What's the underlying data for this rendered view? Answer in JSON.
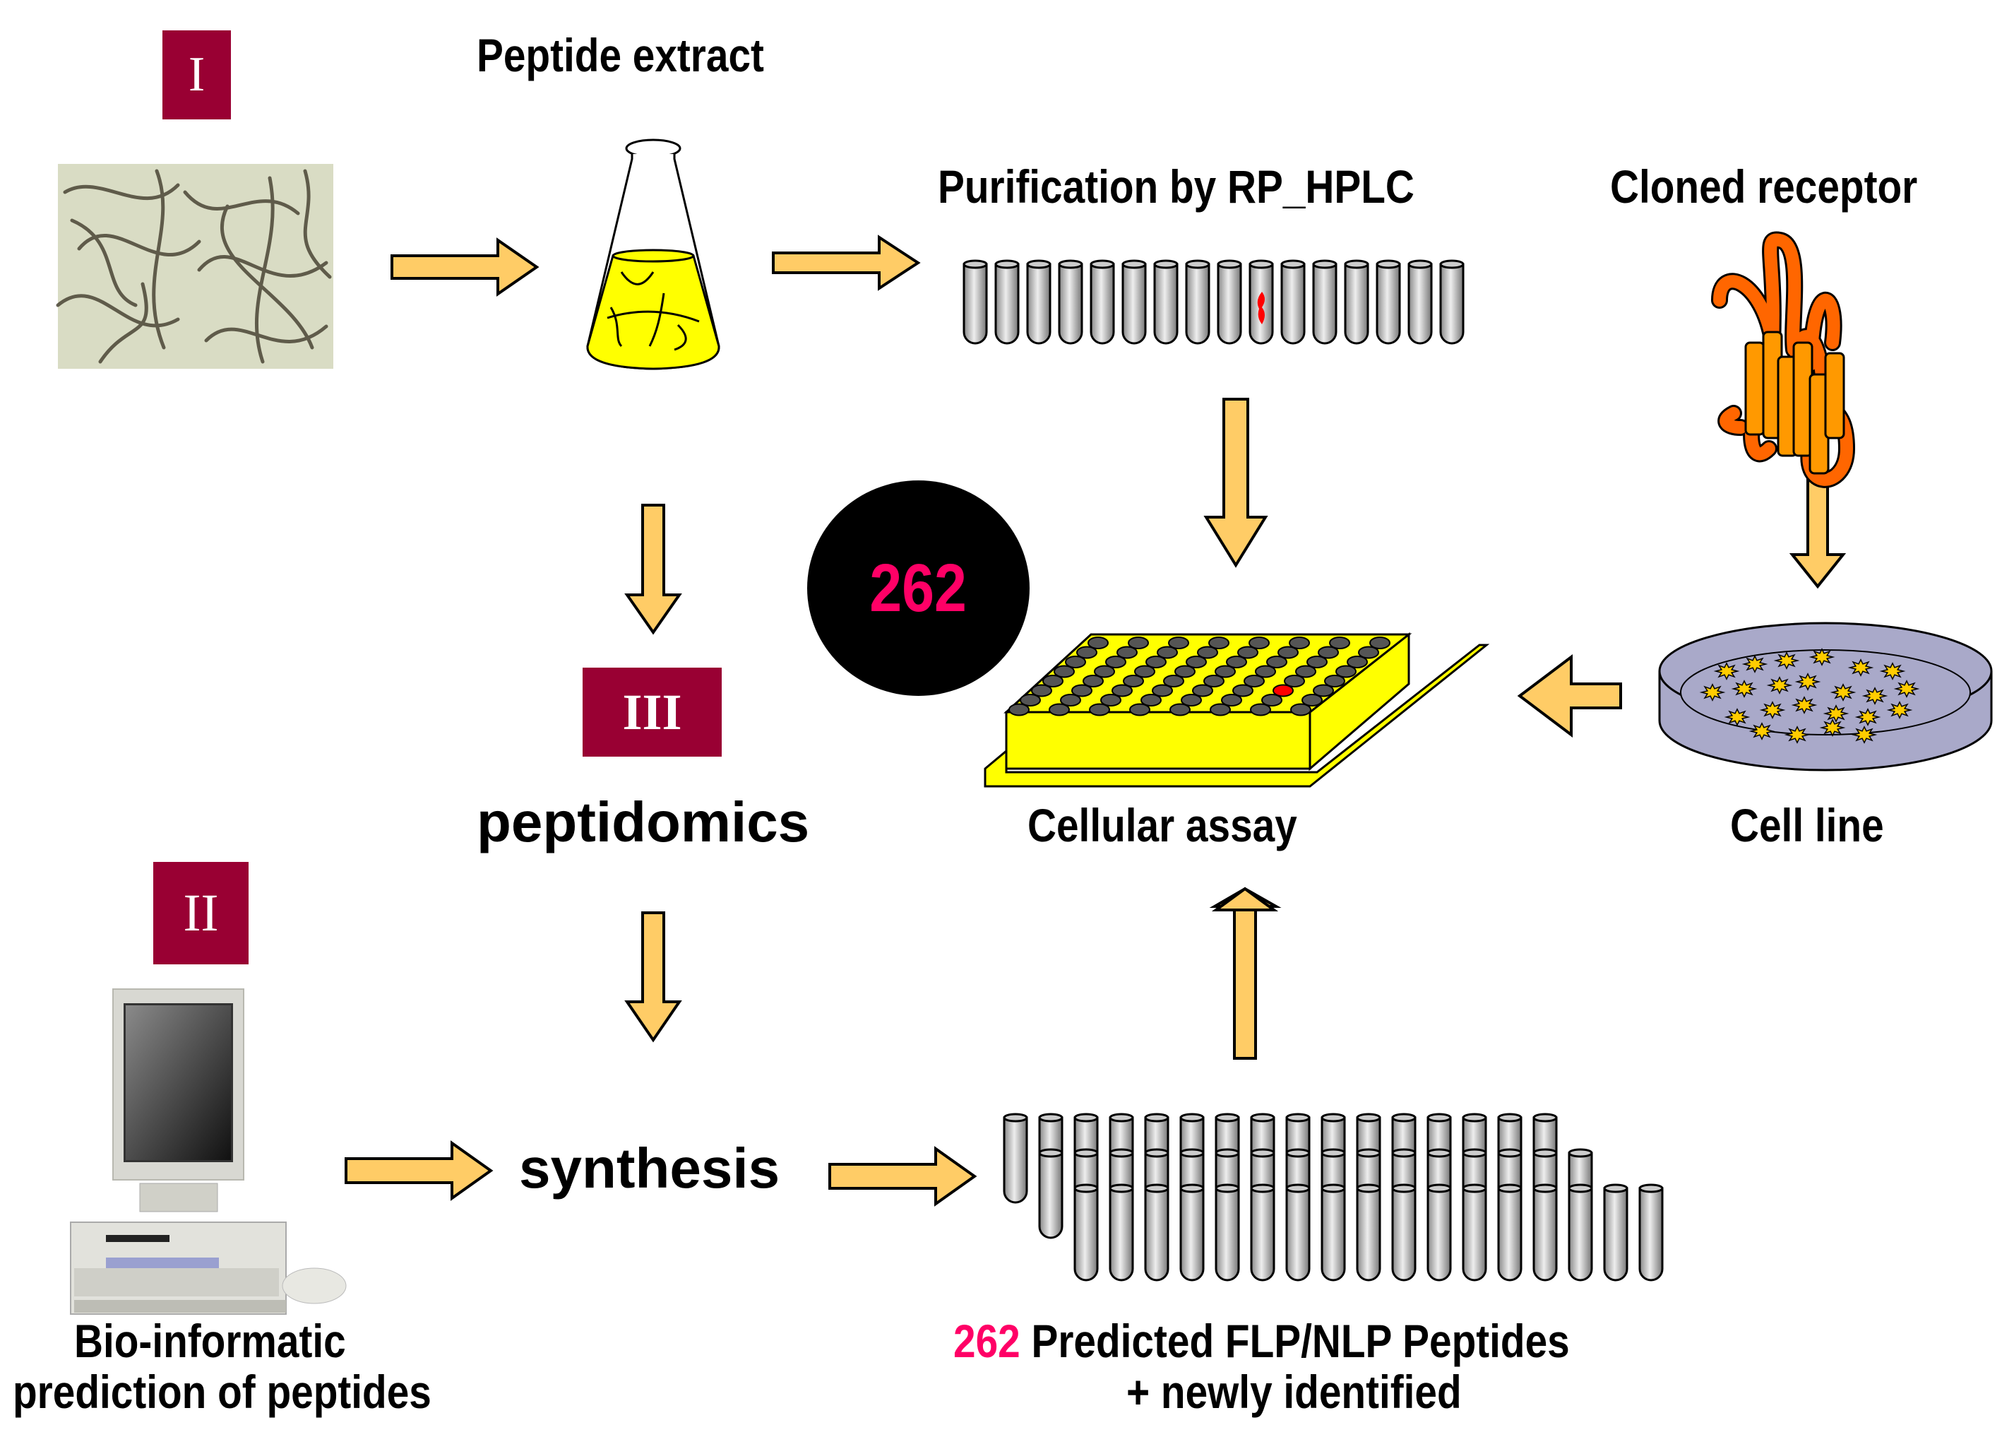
{
  "badges": {
    "one": "I",
    "two": "II",
    "three": "III"
  },
  "labels": {
    "peptide_extract": "Peptide extract",
    "purification": "Purification by RP_HPLC",
    "cloned_receptor": "Cloned receptor",
    "peptidomics": "peptidomics",
    "cellular_assay": "Cellular assay",
    "cell_line": "Cell line",
    "synthesis": "synthesis",
    "bioinformatic_line1": "Bio-informatic",
    "bioinformatic_line2": "prediction of peptides",
    "predicted_count": "262",
    "predicted_text": " Predicted FLP/NLP Peptides",
    "predicted_line2": "+ newly identified"
  },
  "circle": {
    "value": "262"
  },
  "icons": {
    "worms_photo": "nematode-micrograph",
    "flask": "erlenmeyer-flask",
    "hplc_tubes": "hplc-fraction-tubes",
    "receptor": "gpcr-receptor",
    "well_plate": "96-well-plate",
    "petri_dish": "petri-dish-cells",
    "computer": "desktop-computer",
    "synth_tubes": "peptide-tube-rack"
  },
  "colors": {
    "badge": "#990033",
    "arrow": "#FFCC66",
    "highlight": "#FF0066",
    "plate": "#FFFF00",
    "dish": "#A9A9C9",
    "receptor_loop": "#FF6600",
    "receptor_helix": "#FF9900"
  }
}
